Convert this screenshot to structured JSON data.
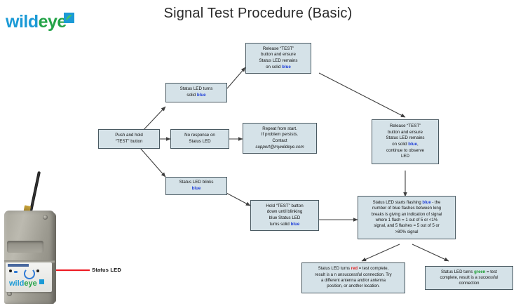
{
  "document": {
    "title": "Signal Test Procedure (Basic)"
  },
  "brand": {
    "logo_wild": "wild",
    "logo_eye": "eye",
    "leaf_icon": "leaf-icon",
    "color_blue": "#1b9ad6",
    "color_green": "#24a348"
  },
  "colors": {
    "node_fill": "#d5e2e8",
    "node_border": "#4a5a62",
    "keyword_blue": "#1f3fd8",
    "keyword_red": "#e02020",
    "keyword_green": "#179c2e",
    "arrow": "#3f3f3f",
    "callout_arrow": "#ee1c25"
  },
  "flowchart": {
    "type": "flowchart",
    "nodes": [
      {
        "id": "start",
        "lines": [
          "Push and hold",
          "“TEST” button"
        ]
      },
      {
        "id": "solid-blue",
        "lines": [
          "Status LED turns",
          "solid ",
          "blue"
        ],
        "text_before": "Status LED turns solid ",
        "keyword": "blue",
        "keyword_color": "blue"
      },
      {
        "id": "no-response",
        "lines": [
          "No response on",
          "Status LED"
        ]
      },
      {
        "id": "repeat-contact",
        "lines": [
          "Repeat from start.",
          "If problem persists.",
          "Contact",
          "support@mywildeye.com"
        ],
        "email": "support@mywildeye.com"
      },
      {
        "id": "blinks-blue",
        "lines": [
          "Status LED blinks",
          "blue"
        ],
        "keyword": "blue",
        "keyword_color": "blue"
      },
      {
        "id": "release-solid",
        "lines": [
          "Release “TEST”",
          "button and ensure",
          "Status LED remains",
          "on solid ",
          "blue"
        ],
        "text_before": "Release “TEST” button and ensure Status LED remains on solid ",
        "keyword": "blue",
        "keyword_color": "blue"
      },
      {
        "id": "release-observe",
        "lines": [
          "Release “TEST”",
          "button and ensure",
          "Status LED remains",
          "on solid blue,",
          "continue to observe",
          "LED"
        ],
        "text_before": "Release “TEST” button and ensure Status LED remains on solid ",
        "keyword": "blue",
        "text_after": ", continue to observe LED",
        "keyword_color": "blue"
      },
      {
        "id": "hold-test",
        "lines": [
          "Hold “TEST” button",
          "down until blinking",
          "blue Status LED",
          "turns solid ",
          "blue"
        ],
        "text_before": "Hold “TEST” button down until blinking blue Status LED turns solid ",
        "keyword": "blue",
        "keyword_color": "blue"
      },
      {
        "id": "flashing-signal",
        "text_before": "Status LED starts flashing ",
        "keyword": "blue",
        "text_after": " - the number of blue flashes between long breaks is giving an indication of signal where 1 flash = 1 out of 5 or <1% signal, and 5 flashes = 5 out of 5 or >80% signal",
        "keyword_color": "blue"
      },
      {
        "id": "result-red",
        "text_before": "Status LED turns ",
        "keyword": "red",
        "text_after": " = test complete, result is a n unsuccessful connection. Try a different antenna and/or antenna position, or another location.",
        "keyword_color": "red"
      },
      {
        "id": "result-green",
        "text_before": "Status LED turns ",
        "keyword": "green",
        "text_after": " = test complete, result is a successful connection",
        "keyword_color": "green"
      }
    ]
  },
  "callout": {
    "label": "Status LED",
    "arrow_name": "status-led-pointer-arrow"
  },
  "device": {
    "name": "wildeye-telemetry-unit-photo",
    "panel_logo_wild": "wild",
    "panel_logo_eye": "eye"
  }
}
